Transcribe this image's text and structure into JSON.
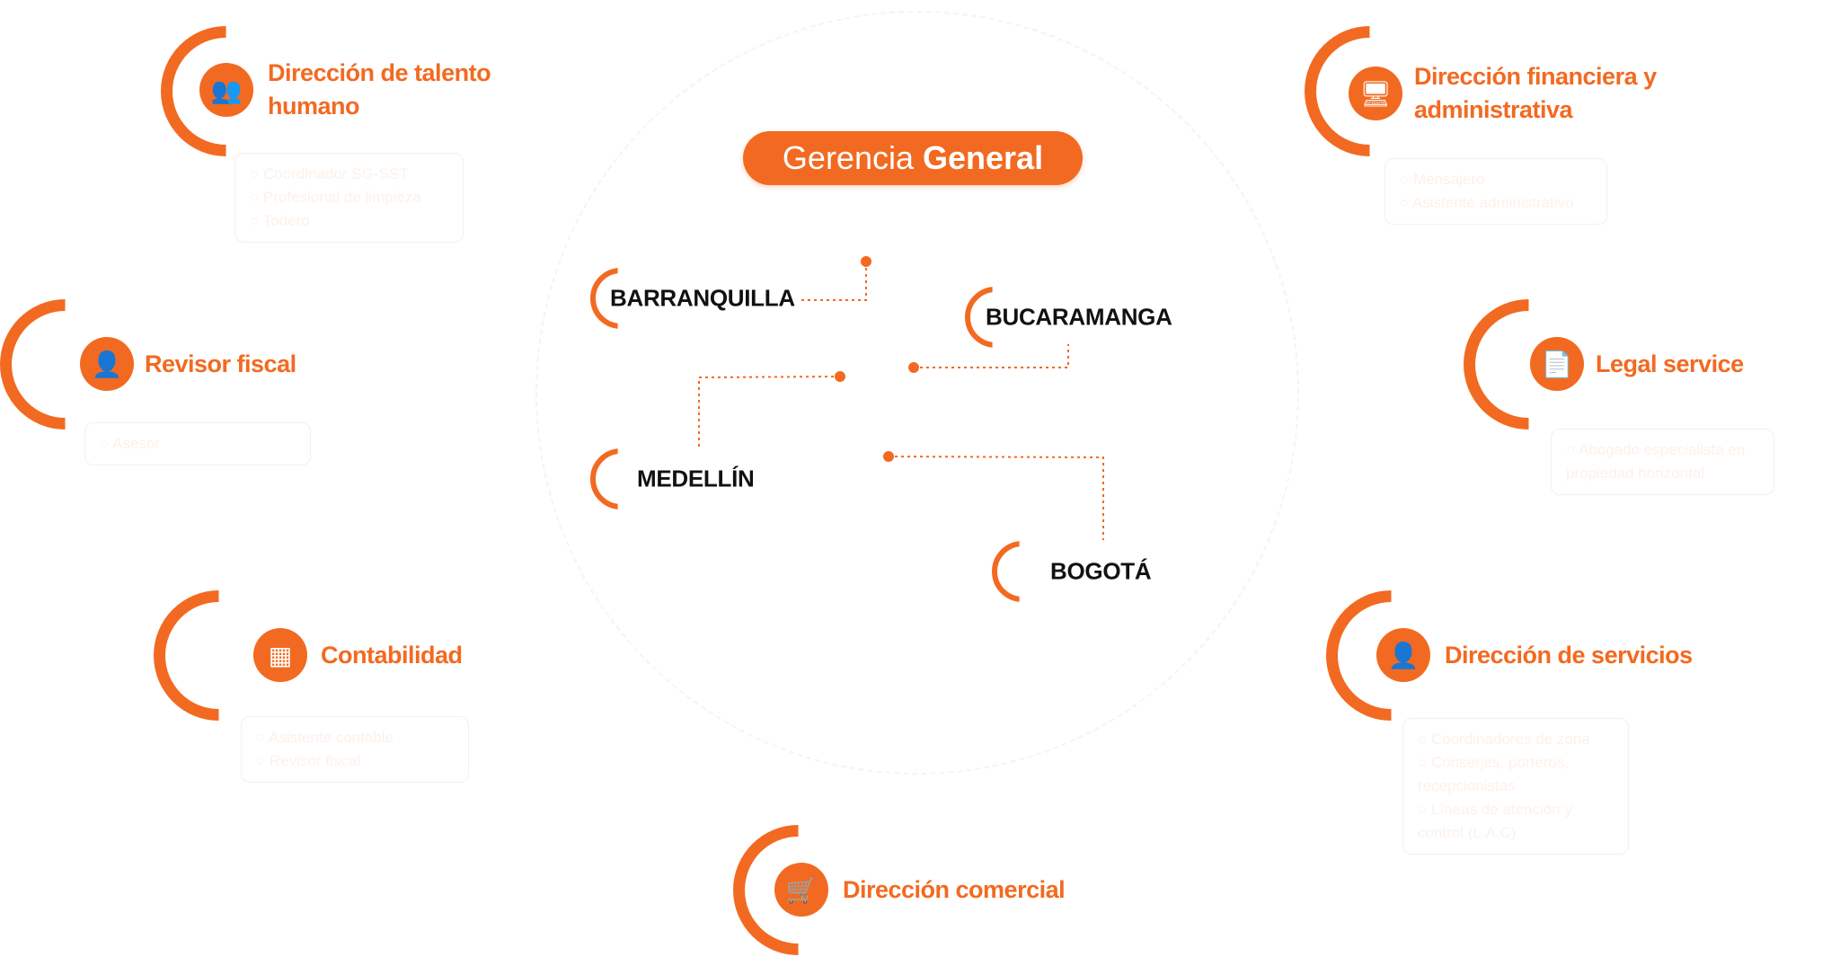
{
  "header": {
    "title_light": "Gerencia",
    "title_bold": "General"
  },
  "colors": {
    "accent": "#f26a21"
  },
  "departments": [
    {
      "title": "Dirección de talento humano",
      "icon": "people-icon",
      "items": [
        "Coordinador SG-SST",
        "Profesional de limpieza",
        "Todero"
      ]
    },
    {
      "title": "Dirección financiera y administrativa",
      "icon": "computer-user-icon",
      "items": [
        "Mensajero",
        "Asistente administrativo"
      ]
    },
    {
      "title": "Revisor fiscal",
      "icon": "person-tie-icon",
      "items": [
        "Asesor"
      ]
    },
    {
      "title": "Legal service",
      "icon": "legal-document-icon",
      "items": [
        "Abogado especialista en propiedad horizontal"
      ]
    },
    {
      "title": "Contabilidad",
      "icon": "calculator-icon",
      "items": [
        "Asistente contable",
        "Revisor fiscal"
      ]
    },
    {
      "title": "Dirección de servicios",
      "icon": "user-check-icon",
      "items": [
        "Coordinadores de zona",
        "Conserjes, porteros, recepcionistas",
        "Líneas de atención y control (L.A.C)"
      ]
    },
    {
      "title": "Dirección comercial",
      "icon": "cart-icon",
      "items": []
    }
  ],
  "cities": [
    "BARRANQUILLA",
    "BUCARAMANGA",
    "MEDELLÍN",
    "BOGOTÁ"
  ]
}
